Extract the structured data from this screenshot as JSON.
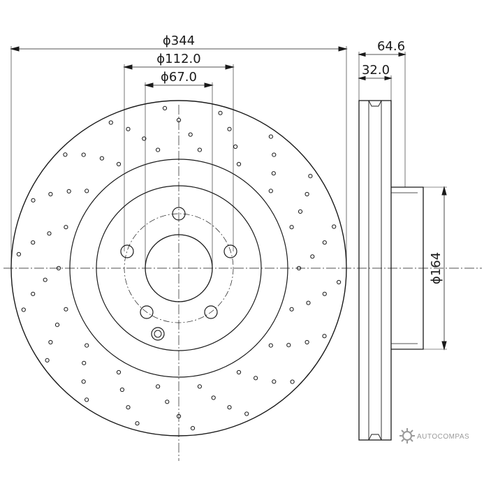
{
  "dimensions": {
    "outer_diameter": "ϕ344",
    "pcd": "ϕ112.0",
    "center_bore": "ϕ67.0",
    "total_width": "64.6",
    "disc_thickness": "32.0",
    "hat_diameter": "ϕ164"
  },
  "watermark": {
    "text": "AUTOCOMPAS",
    "icon": "gear-logo-icon"
  },
  "colors": {
    "line": "#1a1a1a",
    "watermark": "#9a9a9a"
  }
}
